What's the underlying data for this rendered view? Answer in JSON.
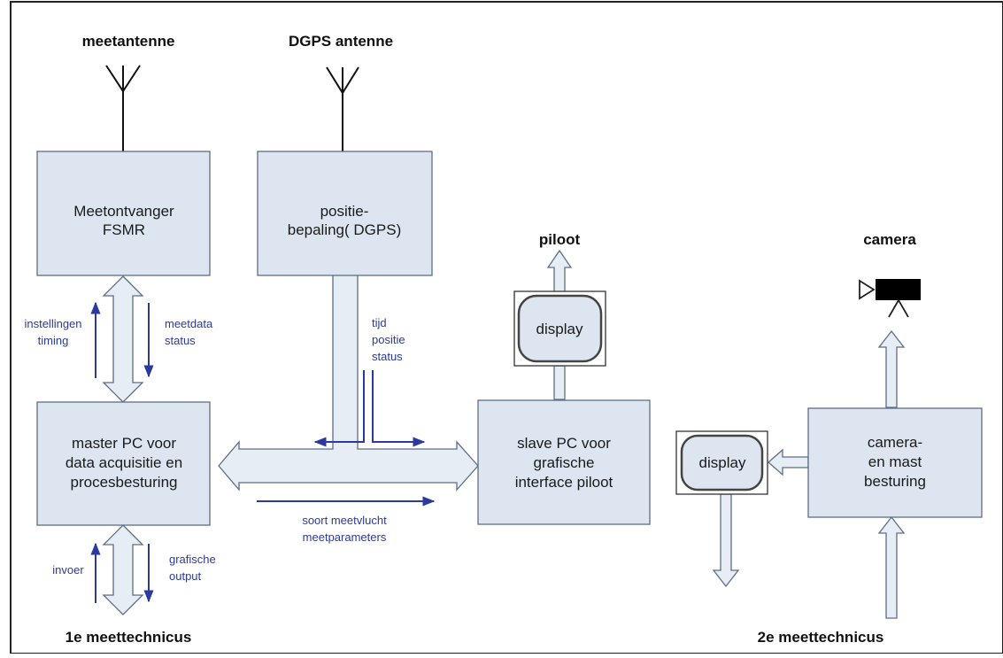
{
  "labels": {
    "measurement_antenna": "meetantenne",
    "dgps_antenna": "DGPS antenne",
    "pilot": "piloot",
    "camera": "camera",
    "technician_1": "1e meettechnicus",
    "technician_2": "2e meettechnicus"
  },
  "blocks": {
    "receiver": [
      "Meetontvanger",
      "FSMR"
    ],
    "positioning": [
      "positie-",
      "bepaling( DGPS)"
    ],
    "master_pc": [
      "master PC voor",
      "data acquisitie en",
      "procesbesturing"
    ],
    "slave_pc": [
      "slave PC voor",
      "grafische",
      "interface piloot"
    ],
    "camera_control": [
      "camera-",
      "en mast",
      "besturing"
    ],
    "pilot_display": "display",
    "tech2_display": "display"
  },
  "flows": {
    "settings_timing": [
      "instellingen",
      "timing"
    ],
    "data_status": [
      "meetdata",
      "status"
    ],
    "time_position_status": [
      "tijd",
      "positie",
      "status"
    ],
    "flight_params": [
      "soort meetvlucht",
      "meetparameters"
    ],
    "input": "invoer",
    "graphic_output": [
      "grafische",
      "output"
    ]
  },
  "colors": {
    "block_fill": "#dde6f0",
    "block_stroke": "#5e6e84",
    "flow_label": "#2b3a9c"
  }
}
